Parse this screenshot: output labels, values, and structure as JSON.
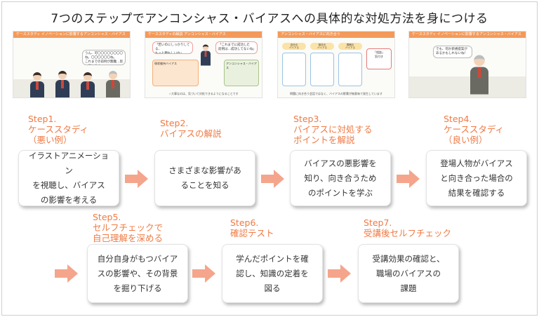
{
  "title": "7つのステップでアンコンシャス・バイアスへの具体的な対処方法を身につける",
  "thumbnails": [
    {
      "header": "ケーススタディ イノベーションに影響するアンコンシャス・バイアス",
      "bubble": "うん、可〇〇〇〇〇〇〇〇ね。〇〇〇〇〇〇ね。\nこれまでの前例が無難…思っています…"
    },
    {
      "header": "ケーススタディの解説 アンコンシャス・バイアス",
      "bubble_left": "「若いのにしっかりしてる、\nもっと頼もしいね」",
      "bubble_right": "「これまでに成功した\n前例は…成功してないね」",
      "note_left": "現状維持バイアス",
      "note_right": "アンコンシャス・バイアス",
      "caption": "☆大事なのは、気づいて対処できるようになることです"
    },
    {
      "header": "アンコンシャス・バイアスに向き合う",
      "labels": [
        "自分の\nバイアス",
        "相手の\nバイアス",
        "周囲の\nバイアス",
        "「相談」\n気付き"
      ],
      "caption": "問題に向き合う会話ではなく、バイアスの影響が無意味で発生しています"
    },
    {
      "header": "ケーススタディ イノベーションに影響するアンコンシャス・バイアス",
      "bubble": "でも、何か新規提案が\nあるかもしれないね！"
    }
  ],
  "steps": [
    {
      "label": "Step1.",
      "name": "ケーススタディ\n（悪い例）",
      "desc": "イラストアニメーション\nを視聴し、バイアス\nの影響を考える"
    },
    {
      "label": "Step2.",
      "name": "バイアスの解説",
      "desc": "さまざまな影響があ\nることを知る"
    },
    {
      "label": "Step3.",
      "name": "バイアスに対処する\nポイントを解説",
      "desc": "バイアスの悪影響を\n知り、向き合うため\nのポイントを学ぶ"
    },
    {
      "label": "Step4.",
      "name": "ケーススタディ\n（良い例）",
      "desc": "登場人物がバイアス\nと向き合った場合の\n結果を確認する"
    },
    {
      "label": "Step5.",
      "name": "セルフチェックで\n自己理解を深める",
      "desc": "自分自身がもつバイア\nスの影響や、その背景\nを掘り下げる"
    },
    {
      "label": "Step6.",
      "name": "確認テスト",
      "desc": "学んだポイントを確\n認し、知識の定着を\n図る"
    },
    {
      "label": "Step7.",
      "name": "受講後セルフチェック",
      "desc": "受講効果の確認と、\n職場のバイアスの\n課題"
    }
  ],
  "colors": {
    "accent": "#f07a43",
    "arrow": "#f4a58c",
    "header_bar": "#f39a5a"
  }
}
